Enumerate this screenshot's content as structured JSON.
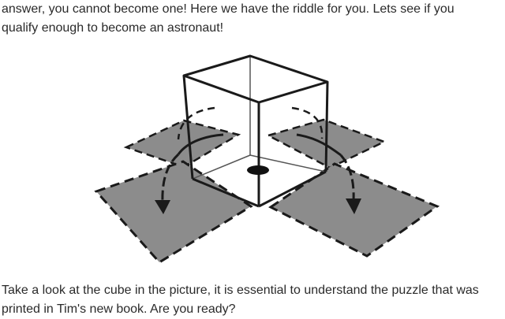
{
  "article": {
    "intro_line1": "answer, you cannot become one! Here we have the riddle for you. Lets see if you",
    "intro_line2": "qualify enough to become an astronaut!",
    "outro_line1": "Take a look at the cube in the picture, it is essential to understand the puzzle that was",
    "outro_line2": "printed in Tim's new book. Are you ready?"
  },
  "figure": {
    "fill_color": "#8c8c8c",
    "stroke_color": "#1a1a1a",
    "icons": [
      "arrow-down-icon",
      "arrow-down-icon"
    ]
  }
}
